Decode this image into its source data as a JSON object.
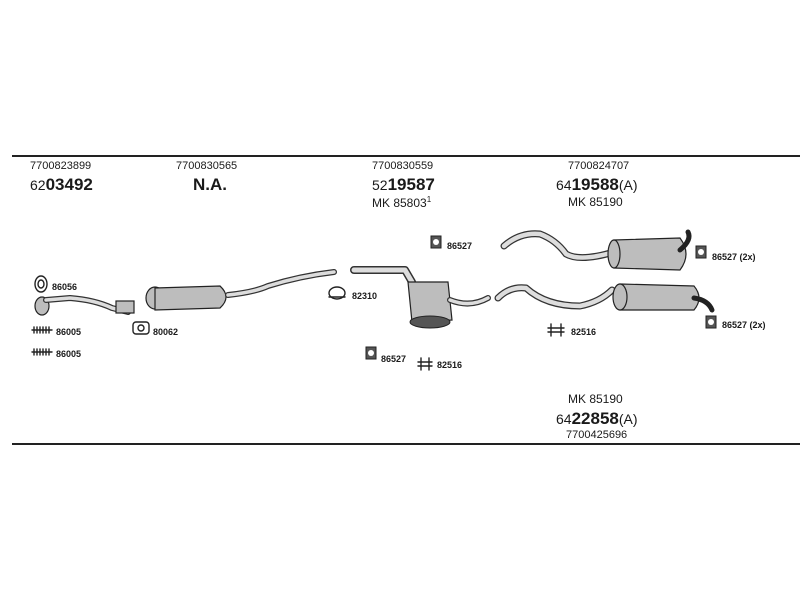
{
  "diagram": {
    "sections": [
      {
        "oe": "7700823899",
        "prefix": "62",
        "number": "03492",
        "suffix": ""
      },
      {
        "oe": "7700830565",
        "na": "N.A."
      },
      {
        "oe": "7700830559",
        "prefix": "52",
        "number": "19587",
        "suffix": "",
        "mk": "MK  85803",
        "mk_sup": "1"
      },
      {
        "oe": "7700824707",
        "prefix": "64",
        "number": "19588",
        "suffix": "(A)",
        "mk": "MK  85190"
      }
    ],
    "bottom": {
      "mk": "MK  85190",
      "prefix": "64",
      "number": "22858",
      "suffix": "(A)",
      "oe": "7700425696"
    },
    "callouts": {
      "c86056": "86056",
      "c86005a": "86005",
      "c86005b": "86005",
      "c80062": "80062",
      "c82310": "82310",
      "c86527a": "86527",
      "c86527b": "86527",
      "c82516a": "82516",
      "c86527c": "86527 (2x)",
      "c82516b": "82516",
      "c86527d": "86527 (2x)"
    }
  }
}
